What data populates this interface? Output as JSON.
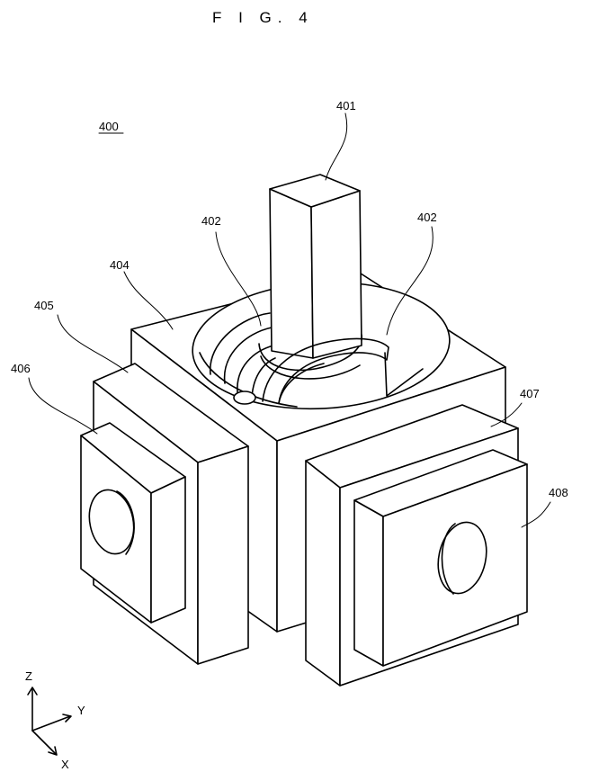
{
  "figure": {
    "title": "F I G. 4",
    "device_label": "400"
  },
  "labels": {
    "shaft": "401",
    "rotor_left": "402",
    "rotor_right": "402",
    "housing": "404",
    "module_left": "405",
    "cover_left": "406",
    "module_right": "407",
    "cover_right": "408"
  },
  "axes": {
    "z": "Z",
    "y": "Y",
    "x": "X"
  },
  "colors": {
    "line": "#000000",
    "background": "#ffffff"
  }
}
